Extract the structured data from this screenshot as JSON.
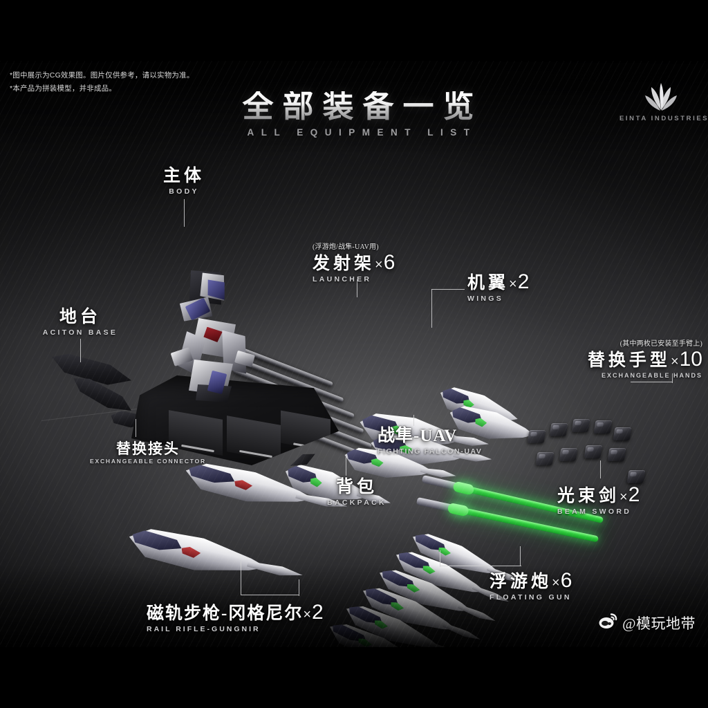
{
  "disclaimer": {
    "line1": "*图中展示为CG效果图。图片仅供参考，请以实物为准。",
    "line2": "*本产品为拼装模型，并非成品。"
  },
  "title": {
    "cn": "全部装备一览",
    "en": "ALL EQUIPMENT LIST"
  },
  "brand": {
    "name": "EINTA INDUSTRIES",
    "icon": "trident-leaf-logo"
  },
  "labels": {
    "body": {
      "cn": "主体",
      "en": "BODY",
      "qty": "",
      "note": ""
    },
    "launcher": {
      "cn": "发射架",
      "en": "LAUNCHER",
      "qty": "6",
      "note": "(浮游炮/战隼-UAV用)"
    },
    "wings": {
      "cn": "机翼",
      "en": "WINGS",
      "qty": "2",
      "note": ""
    },
    "base": {
      "cn": "地台",
      "en": "ACITON BASE",
      "qty": "",
      "note": ""
    },
    "connector": {
      "cn": "替换接头",
      "en": "EXCHANGEABLE CONNECTOR",
      "qty": "",
      "note": ""
    },
    "hands": {
      "cn": "替换手型",
      "en": "EXCHANGEABLE HANDS",
      "qty": "10",
      "note": "(其中两枚已安装至手臂上)"
    },
    "uav": {
      "cn": "战隼-UAV",
      "en": "FIGHTING FALCON-UAV",
      "qty": "",
      "note": ""
    },
    "backpack": {
      "cn": "背包",
      "en": "BACKPACK",
      "qty": "",
      "note": ""
    },
    "sword": {
      "cn": "光束剑",
      "en": "BEAM SWORD",
      "qty": "2",
      "note": ""
    },
    "floating": {
      "cn": "浮游炮",
      "en": "FLOATING GUN",
      "qty": "6",
      "note": ""
    },
    "rifle": {
      "cn": "磁轨步枪-冈格尼尔",
      "en": "RAIL RIFLE-GUNGNIR",
      "qty": "2",
      "note": ""
    }
  },
  "multiply_symbol": "×",
  "watermark": {
    "icon": "weibo-icon",
    "handle": "@模玩地带"
  },
  "colors": {
    "background": "#000000",
    "stage": "#2a2a2c",
    "text_primary": "#ffffff",
    "text_secondary": "#cfcfd1",
    "beam_green": "#2fcd3c",
    "armor_purple": "#34343c"
  }
}
